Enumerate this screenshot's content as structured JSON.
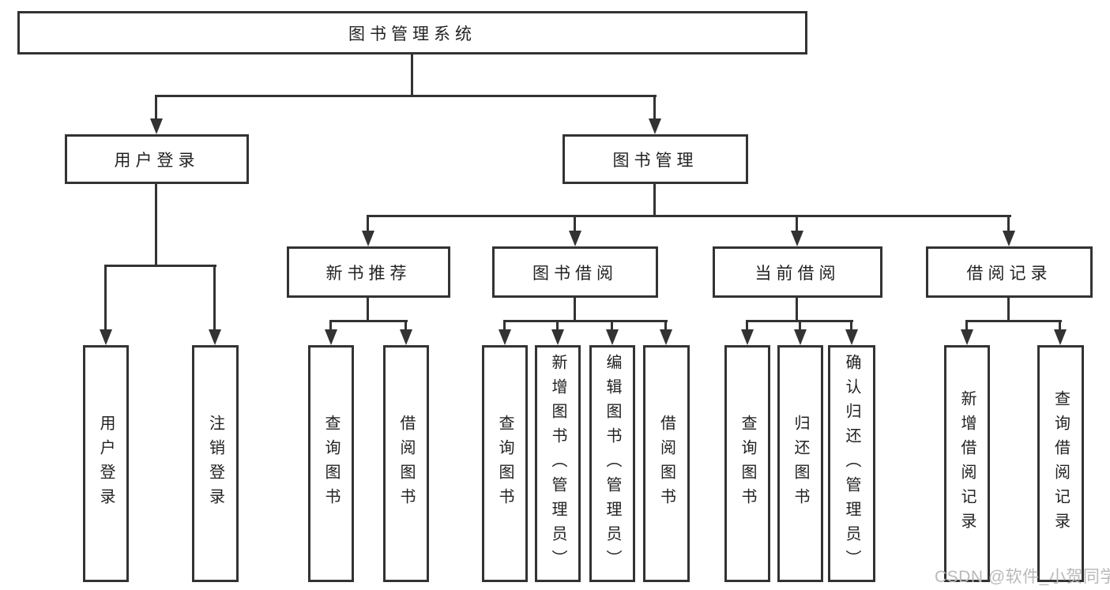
{
  "diagram": {
    "root": {
      "label": "图书管理系统"
    },
    "branches": [
      {
        "label": "用户登录",
        "children": [
          {
            "label": "用户登录"
          },
          {
            "label": "注销登录"
          }
        ]
      },
      {
        "label": "图书管理",
        "children": [
          {
            "label": "新书推荐",
            "children": [
              {
                "label": "查询图书"
              },
              {
                "label": "借阅图书"
              }
            ]
          },
          {
            "label": "图书借阅",
            "children": [
              {
                "label": "查询图书"
              },
              {
                "label": "新增图书（管理员）"
              },
              {
                "label": "编辑图书（管理员）"
              },
              {
                "label": "借阅图书"
              }
            ]
          },
          {
            "label": "当前借阅",
            "children": [
              {
                "label": "查询图书"
              },
              {
                "label": "归还图书"
              },
              {
                "label": "确认归还（管理员）"
              }
            ]
          },
          {
            "label": "借阅记录",
            "children": [
              {
                "label": "新增借阅记录"
              },
              {
                "label": "查询借阅记录"
              }
            ]
          }
        ]
      }
    ]
  },
  "watermark": {
    "text": "CSDN @软件_小贺同学"
  },
  "colors": {
    "line": "#333333",
    "text": "#222222",
    "background": "#ffffff",
    "watermark": "#b9b9b9"
  }
}
